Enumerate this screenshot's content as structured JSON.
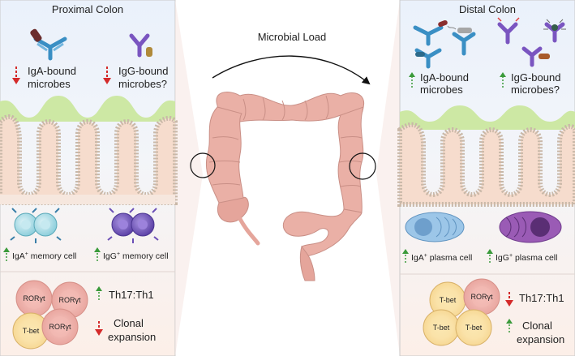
{
  "center": {
    "title": "Microbial Load"
  },
  "proximal": {
    "title": "Proximal Colon",
    "iga_bound": [
      "IgA-bound",
      "microbes"
    ],
    "igg_bound": [
      "IgG-bound",
      "microbes?"
    ],
    "iga_cell": "IgA",
    "iga_cell_rest": " memory cell",
    "igg_cell": "IgG",
    "igg_cell_rest": " memory cell",
    "ratio": "Th17:Th1",
    "clonal": [
      "Clonal",
      "expansion"
    ],
    "tcells": [
      "RORγt",
      "RORγt",
      "T-bet",
      "RORγt"
    ]
  },
  "distal": {
    "title": "Distal Colon",
    "iga_bound": [
      "IgA-bound",
      "microbes"
    ],
    "igg_bound": [
      "IgG-bound",
      "microbes?"
    ],
    "iga_cell": "IgA",
    "iga_cell_rest": " plasma cell",
    "igg_cell": "IgG",
    "igg_cell_rest": " plasma cell",
    "ratio": "Th17:Th1",
    "clonal": [
      "Clonal",
      "expansion"
    ],
    "tcells": [
      "T-bet",
      "RORγt",
      "T-bet",
      "T-bet"
    ]
  },
  "superscript": "+",
  "colors": {
    "up_arrow": "#3a9a3a",
    "down_arrow": "#d42a2a",
    "panel_bg": "#eef3fb",
    "panel_bottom": "#fdf0ea",
    "mucosa": "#cde8a4",
    "villus": "#f6dccd",
    "colon": "#eab0a6",
    "iga_cell": "#a6dbe6",
    "igg_cell": "#7e62c8",
    "plasma_iga": "#9cc6e8",
    "plasma_igg": "#9a5bb5"
  }
}
